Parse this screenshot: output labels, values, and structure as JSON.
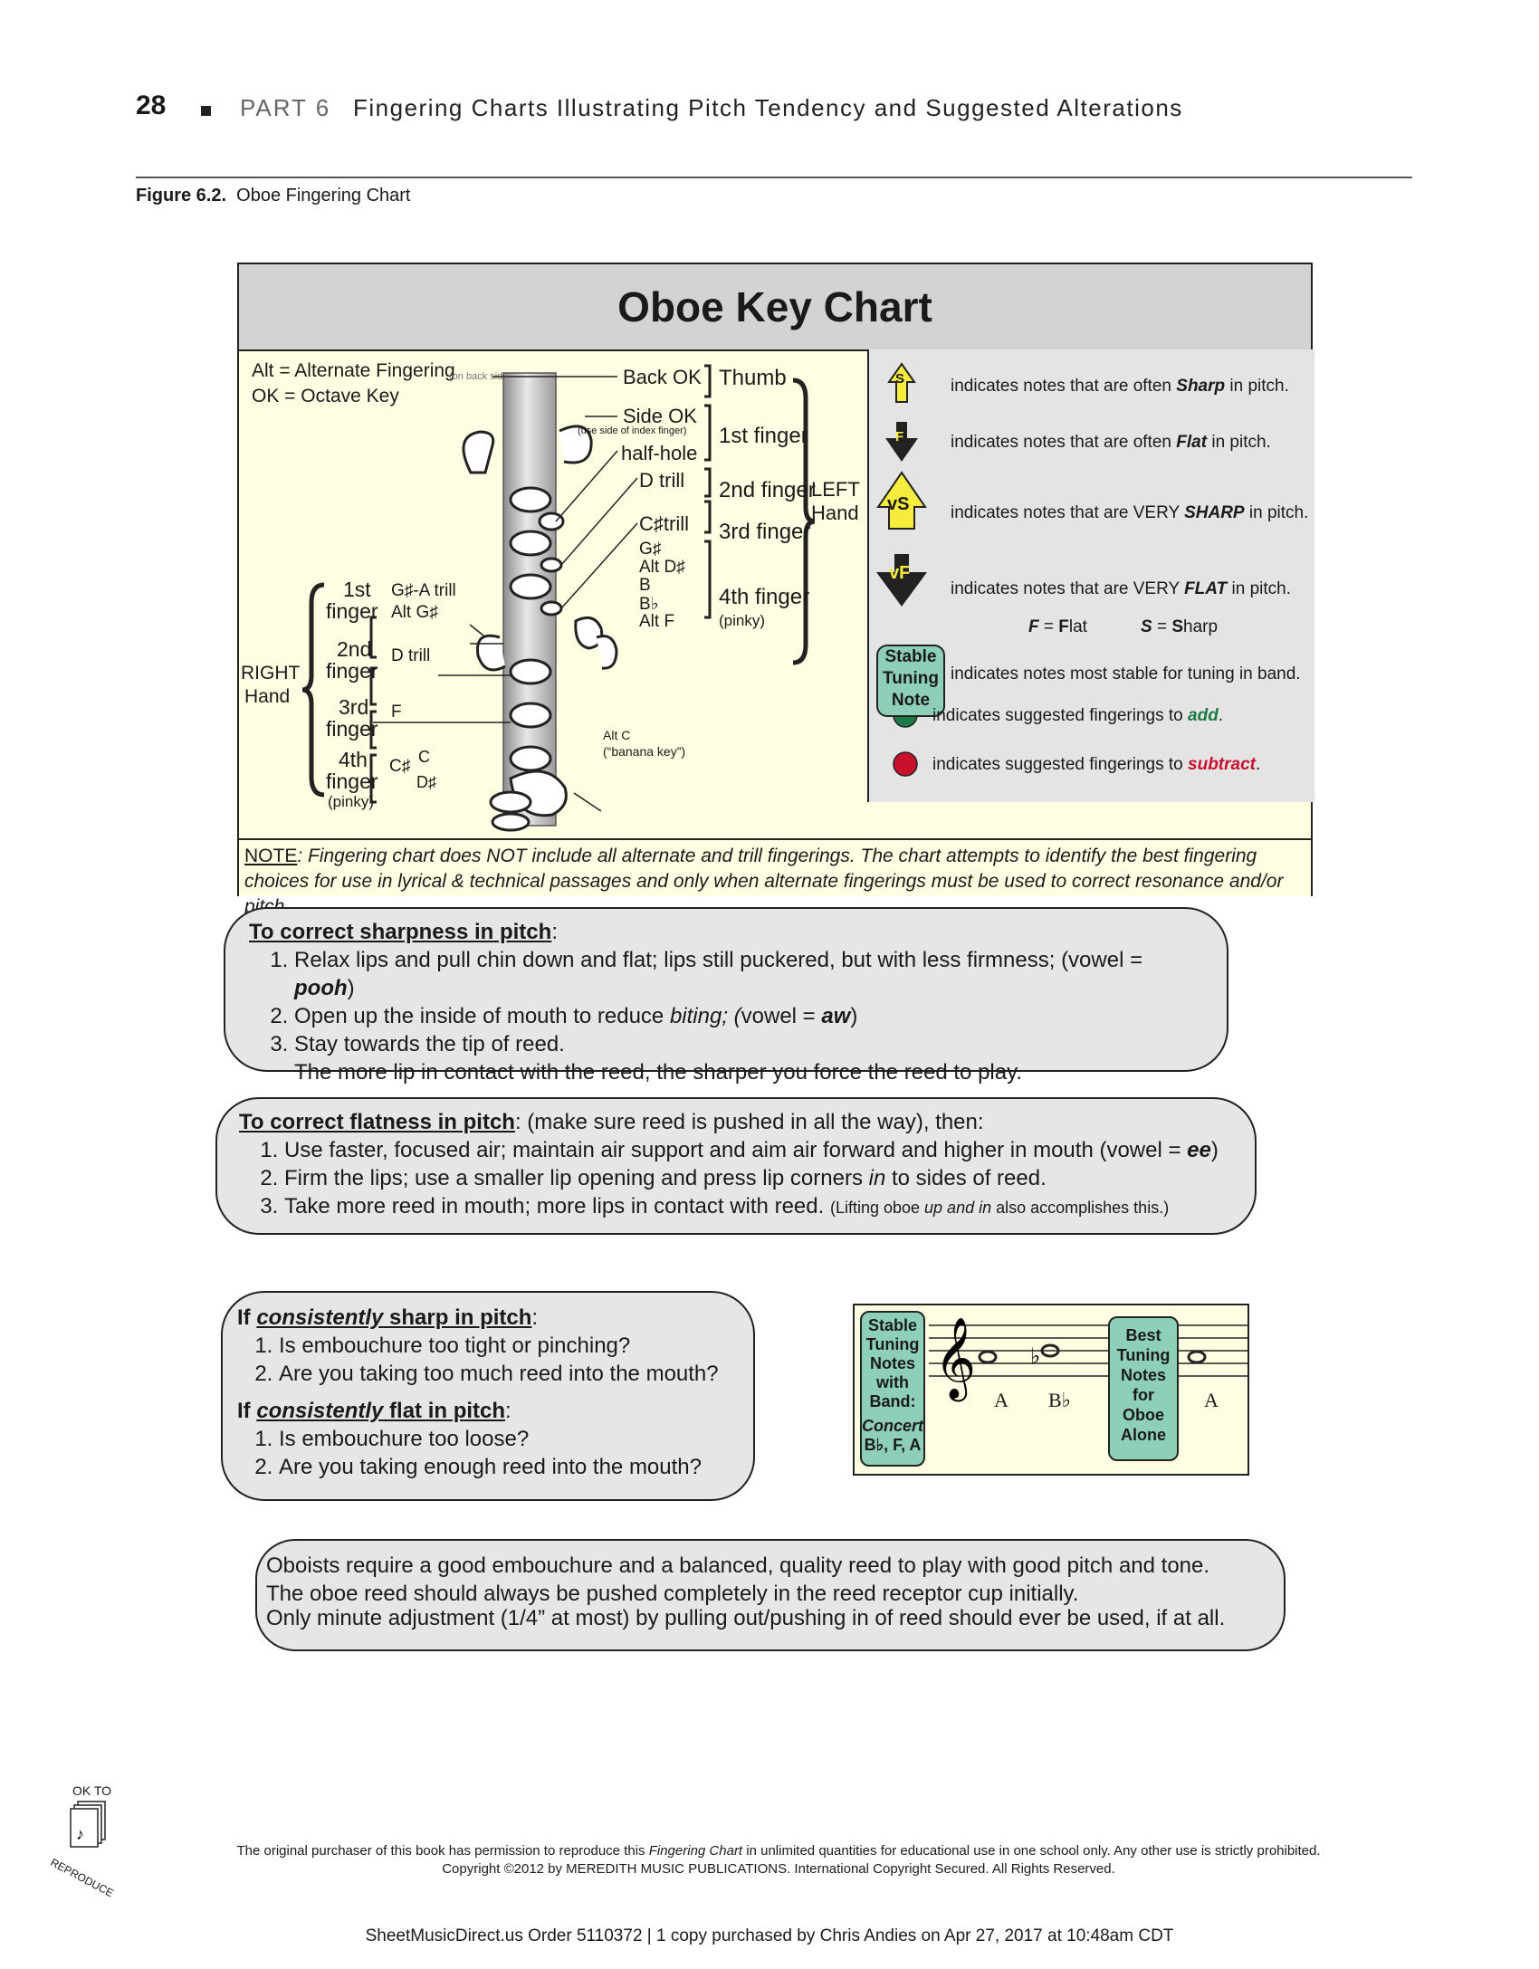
{
  "header": {
    "page_number": "28",
    "part": "PART 6",
    "title": "Fingering Charts Illustrating Pitch Tendency and Suggested Alterations"
  },
  "figure": {
    "label": "Figure 6.2.",
    "caption": "Oboe Fingering Chart"
  },
  "chart": {
    "title": "Oboe Key Chart",
    "abbr1": "Alt = Alternate Fingering",
    "abbr2": "OK = Octave Key",
    "on_back_side": "(on back side)",
    "keys": {
      "back_ok": "Back OK",
      "side_ok": "Side OK",
      "side_ok_note": "(use side of index finger)",
      "half_hole": "half-hole",
      "d_trill": "D trill",
      "cs_trill": "C♯trill",
      "gs": "G♯",
      "alt_ds": "Alt D♯",
      "b": "B",
      "bb": "B♭",
      "alt_f": "Alt F",
      "gs_a_trill": "G♯-A trill",
      "alt_gs": "Alt G♯",
      "r_d_trill": "D trill",
      "f": "F",
      "cs": "C♯",
      "c": "C",
      "ds": "D♯",
      "alt_c": "Alt C",
      "banana": "(“banana key”)"
    },
    "left_fingers": {
      "thumb": "Thumb",
      "first": "1st finger",
      "second": "2nd finger",
      "third": "3rd finger",
      "fourth": "4th finger",
      "pinky": "(pinky)",
      "hand1": "LEFT",
      "hand2": "Hand"
    },
    "right_fingers": {
      "first1": "1st",
      "first2": "finger",
      "second1": "2nd",
      "second2": "finger",
      "third1": "3rd",
      "third2": "finger",
      "fourth1": "4th",
      "fourth2": "finger",
      "pinky": "(pinky)",
      "hand1": "RIGHT",
      "hand2": "Hand"
    },
    "legend": {
      "s_symbol": "S",
      "s_text_pre": "indicates notes that are often ",
      "s_text_em": "Sharp",
      "s_text_post": " in pitch.",
      "f_symbol": "F",
      "f_text_pre": "indicates notes that are often ",
      "f_text_em": "Flat",
      "f_text_post": " in pitch.",
      "vs_symbol": "vS",
      "vs_text_pre": "indicates notes that are VERY ",
      "vs_text_em": "SHARP",
      "vs_text_post": " in pitch.",
      "vf_symbol": "vF",
      "vf_text_pre": "indicates notes that are VERY ",
      "vf_text_em": "FLAT",
      "vf_text_post": " in pitch.",
      "f_key": "F",
      "f_eq": " = ",
      "f_b": "F",
      "f_rest": "lat",
      "s_key": "S",
      "s_eq": " = ",
      "s_b": "S",
      "s_rest": "harp",
      "stable1": "Stable",
      "stable2": "Tuning",
      "stable3": "Note",
      "stable_text": "indicates notes most stable for tuning in band.",
      "add_text": "indicates suggested fingerings to ",
      "add_em": "add",
      "subtract_text": "indicates suggested fingerings to ",
      "subtract_em": "subtract",
      "green": "#1e7a45",
      "red": "#c8102e",
      "yellow": "#f7ec3d",
      "teal": "#8ecfb8"
    },
    "note_label": "NOTE",
    "note_text": ":  Fingering chart does NOT include all alternate and trill fingerings. The chart attempts to identify the best fingering choices for use in lyrical & technical passages and only when alternate fingerings must be used to correct resonance and/or pitch."
  },
  "sharpness": {
    "heading": "To correct sharpness in pitch",
    "colon": ":",
    "items": [
      {
        "pre": "Relax lips and pull chin down and flat; lips still puckered, but with less firmness; (vowel = ",
        "em": "pooh",
        "post": ")"
      },
      {
        "pre": "Open up the inside of mouth to reduce ",
        "em": "biting; (",
        "mid": "vowel = ",
        "em2": "aw",
        "post": ")"
      },
      {
        "pre": "Stay towards the tip of reed."
      }
    ],
    "extra": "The more lip in contact with the reed, the sharper you force the reed to play."
  },
  "flatness": {
    "heading": "To correct flatness in pitch",
    "after": ": (make sure reed is pushed in all the way), then:",
    "items": [
      {
        "pre": "Use faster, focused air; maintain air support and aim air forward and higher in mouth (vowel = ",
        "em": "ee",
        "post": ")"
      },
      {
        "pre": "Firm the lips; use a smaller lip opening and press lip corners ",
        "em": "in",
        "post": " to sides of reed."
      },
      {
        "pre": "Take more reed in mouth; more lips in contact with reed. ",
        "small_pre": "(Lifting oboe ",
        "small_em": "up and in",
        "small_post": " also accomplishes this.)"
      }
    ]
  },
  "consistent": {
    "sharp_if": "If ",
    "sharp_em": "consistently",
    "sharp_rest": " sharp in pitch",
    "sharp_colon": ":",
    "sharp_items": [
      "Is embouchure too tight or pinching?",
      "Are you taking too much reed into the mouth?"
    ],
    "flat_if": "If ",
    "flat_em": "consistently",
    "flat_rest": " flat in pitch",
    "flat_colon": ":",
    "flat_items": [
      "Is embouchure too loose?",
      "Are you taking enough reed into the mouth?"
    ]
  },
  "staff": {
    "band_label": [
      "Stable",
      "Tuning",
      "Notes",
      "with",
      "Band:"
    ],
    "band_concert": "Concert",
    "band_notes": "B♭, F, A",
    "oboe_label": [
      "Best",
      "Tuning",
      "Notes",
      "for",
      "Oboe",
      "Alone"
    ],
    "note_a": "A",
    "note_bb": "B♭",
    "note_a2": "A"
  },
  "advice": {
    "line1": "Oboists require a good embouchure and a balanced, quality reed to play with good pitch and tone.",
    "line2": "The oboe reed should always be pushed completely in the reed receptor cup initially.",
    "line3": "Only minute adjustment (1/4” at most) by pulling out/pushing in of reed should  ever be used, if at all."
  },
  "stamp": {
    "top": "OK TO",
    "bottom": "REPRODUCE"
  },
  "footer": {
    "line1_pre": "The original purchaser of this book has permission to reproduce this ",
    "line1_em": "Fingering Chart",
    "line1_post": " in unlimited quantities for educational use in one school only. Any other use is strictly prohibited.",
    "line2": "Copyright ©2012 by MEREDITH MUSIC PUBLICATIONS. International Copyright Secured. All Rights Reserved."
  },
  "order": "SheetMusicDirect.us Order 5110372  |  1 copy purchased by Chris Andies on Apr 27, 2017 at 10:48am CDT"
}
